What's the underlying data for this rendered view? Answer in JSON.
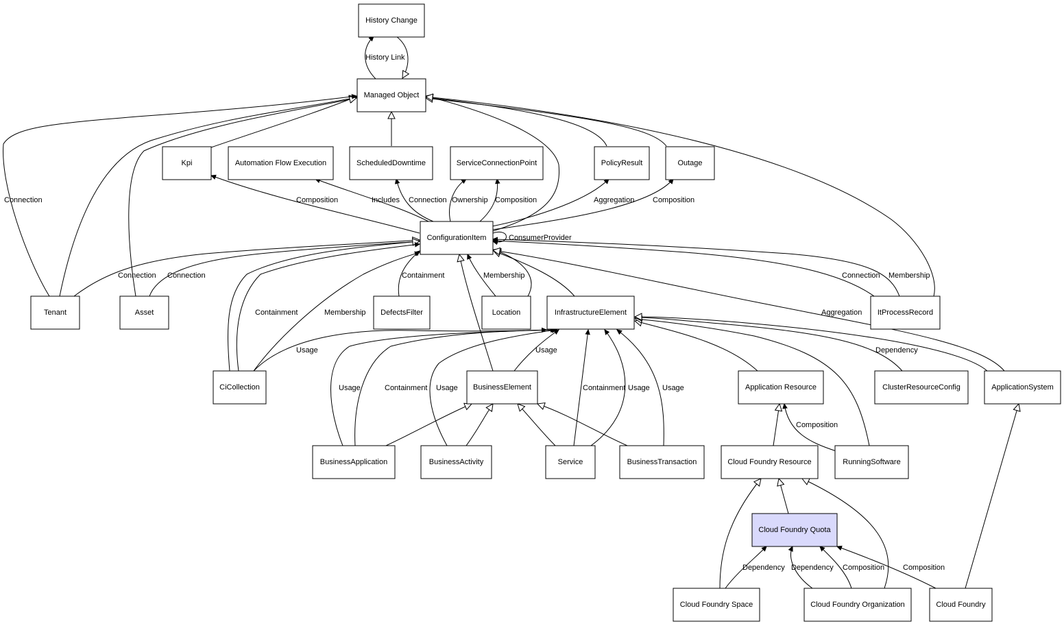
{
  "diagram": {
    "highlight_color": "#d9d9fc",
    "nodes": {
      "history_change": "History Change",
      "managed_object": "Managed Object",
      "kpi": "Kpi",
      "automation_flow_execution": "Automation Flow Execution",
      "scheduled_downtime": "ScheduledDowntime",
      "service_connection_point": "ServiceConnectionPoint",
      "policy_result": "PolicyResult",
      "outage": "Outage",
      "configuration_item": "ConfigurationItem",
      "tenant": "Tenant",
      "asset": "Asset",
      "defects_filter": "DefectsFilter",
      "location": "Location",
      "infrastructure_element": "InfrastructureElement",
      "it_process_record": "ItProcessRecord",
      "ci_collection": "CiCollection",
      "business_element": "BusinessElement",
      "application_resource": "Application Resource",
      "cluster_resource_config": "ClusterResourceConfig",
      "application_system": "ApplicationSystem",
      "business_application": "BusinessApplication",
      "business_activity": "BusinessActivity",
      "service": "Service",
      "business_transaction": "BusinessTransaction",
      "cloud_foundry_resource": "Cloud Foundry Resource",
      "running_software": "RunningSoftware",
      "cloud_foundry_quota": "Cloud Foundry Quota",
      "cloud_foundry_space": "Cloud Foundry Space",
      "cloud_foundry_organization": "Cloud Foundry Organization",
      "cloud_foundry": "Cloud Foundry"
    },
    "edge_labels": {
      "history_link": "History Link",
      "mo_connection_tenant": "Connection",
      "ci_kpi_composition": "Composition",
      "ci_afe_includes": "Includes",
      "ci_sd_connection": "Connection",
      "ci_scp_ownership": "Ownership",
      "ci_scp_composition": "Composition",
      "ci_pr_aggregation": "Aggregation",
      "ci_outage_composition": "Composition",
      "ci_consumer_provider": "ConsumerProvider",
      "tenant_ci_connection": "Connection",
      "asset_ci_connection": "Connection",
      "df_ci_containment": "Containment",
      "loc_ci_membership": "Membership",
      "itpr_ci_connection": "Connection",
      "itpr_mo_membership": "Membership",
      "ci_appsys_aggregation": "Aggregation",
      "cicol_ci_containment": "Containment",
      "cicol_ci_membership": "Membership",
      "cicol_ie_usage": "Usage",
      "be_ie_usage": "Usage",
      "ba_ie_usage": "Usage",
      "ba_ie_containment": "Containment",
      "bact_ie_usage": "Usage",
      "svc_ie_containment": "Containment",
      "svc_ie_usage": "Usage",
      "bt_ie_usage": "Usage",
      "clrc_ie_dependency": "Dependency",
      "rs_ar_composition": "Composition",
      "space_quota_dependency": "Dependency",
      "org_quota_dependency": "Dependency",
      "org_quota_composition": "Composition",
      "cf_quota_composition": "Composition"
    }
  }
}
